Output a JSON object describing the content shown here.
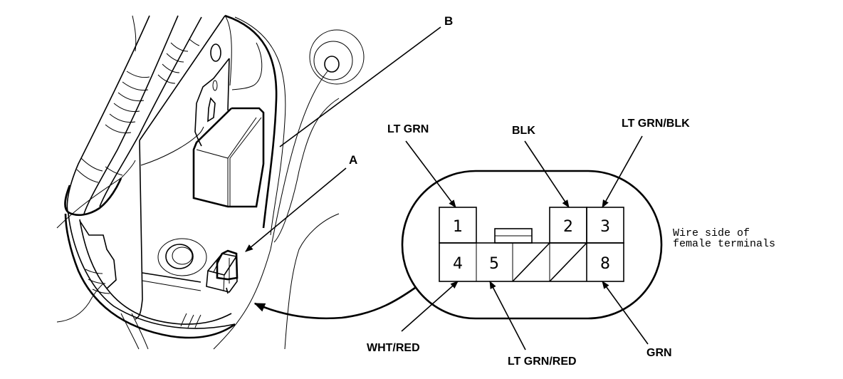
{
  "diagram": {
    "title": "Connector location and terminal view",
    "callouts": {
      "a": "A",
      "b": "B"
    },
    "connector": {
      "note_line1": "Wire side of",
      "note_line2": "female terminals",
      "terminals": [
        {
          "pin": "1",
          "wire": "LT GRN"
        },
        {
          "pin": "2",
          "wire": "BLK"
        },
        {
          "pin": "3",
          "wire": "LT GRN/BLK"
        },
        {
          "pin": "4",
          "wire": "WHT/RED"
        },
        {
          "pin": "5",
          "wire": "LT GRN/RED"
        },
        {
          "pin": "8",
          "wire": "GRN"
        }
      ],
      "empty_cavities": 2
    }
  }
}
